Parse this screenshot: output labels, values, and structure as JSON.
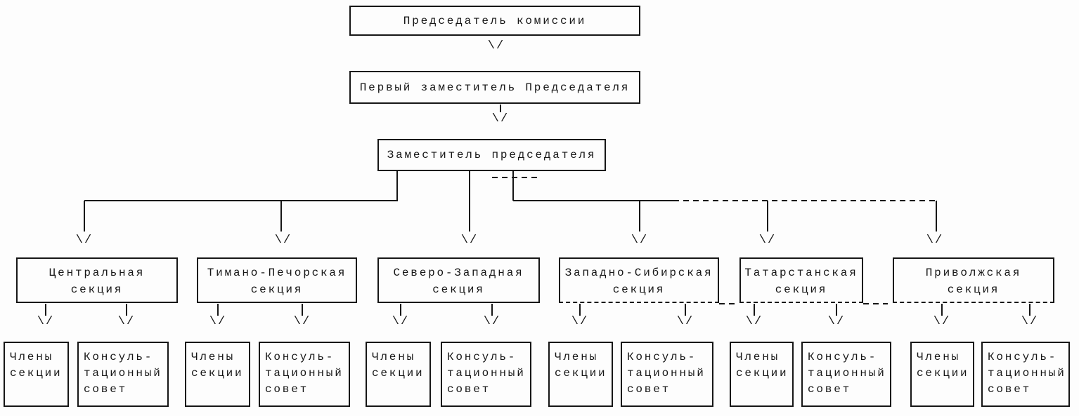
{
  "page": {
    "background": "#fdfdfd",
    "ink": "#161616"
  },
  "glyphs": {
    "arrow_down": "\\/"
  },
  "hierarchy": {
    "chairman": "Председатель комиссии",
    "first_deputy": "Первый заместитель Председателя",
    "deputy": "Заместитель председателя"
  },
  "sections": [
    {
      "title": "Центральная\nсекция",
      "members": "Члены\nсекции",
      "council": "Консуль-\nтационный\nсовет"
    },
    {
      "title": "Тимано-Печорская\nсекция",
      "members": "Члены\nсекции",
      "council": "Консуль-\nтационный\nсовет"
    },
    {
      "title": "Северо-Западная\nсекция",
      "members": "Члены\nсекции",
      "council": "Консуль-\nтационный\nсовет"
    },
    {
      "title": "Западно-Сибирская\nсекция",
      "members": "Члены\nсекции",
      "council": "Консуль-\nтационный\nсовет"
    },
    {
      "title": "Татарстанская\nсекция",
      "members": "Члены\nсекции",
      "council": "Консуль-\nтационный\nсовет"
    },
    {
      "title": "Приволжская\nсекция",
      "members": "Члены\nсекции",
      "council": "Консуль-\nтационный\nсовет"
    }
  ]
}
